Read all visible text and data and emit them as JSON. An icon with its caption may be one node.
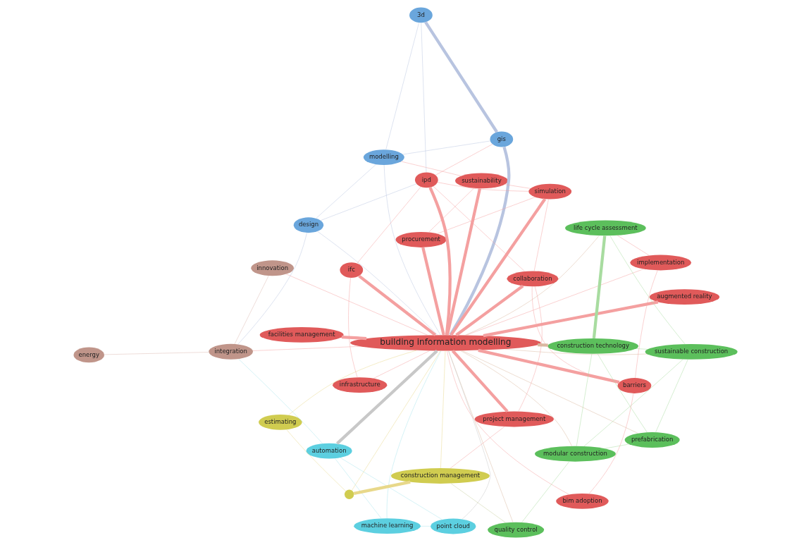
{
  "diagram": {
    "nodes": [
      {
        "text": [
          "building information modelling"
        ]
      },
      {
        "text": [
          "augmented reality"
        ]
      },
      {
        "text": [
          "quality control"
        ]
      },
      {
        "text": [
          "modular construction"
        ]
      },
      {
        "text": [
          "point cloud"
        ]
      },
      {
        "text": [
          "energy"
        ]
      },
      {
        "text": [
          "machine learning"
        ]
      },
      {
        "text": [
          "automation"
        ]
      },
      {
        "text": [
          "integration"
        ]
      },
      {
        "text": [
          "prefabrication"
        ]
      },
      {
        "text": [
          "construction management"
        ]
      },
      {
        "text": [
          "facilities management"
        ]
      },
      {
        "text": [
          "sustainable construction"
        ]
      },
      {
        "text": [
          "project management"
        ]
      },
      {
        "text": [
          "innovation"
        ]
      },
      {
        "text": [
          "construction technology"
        ]
      },
      {
        "text": [
          "infrastructure"
        ]
      },
      {
        "text": [
          "life cycle assessment"
        ]
      },
      {
        "text": [
          "procurement"
        ]
      },
      {
        "text": [
          "design"
        ]
      },
      {
        "text": [
          "estimating"
        ]
      },
      {
        "text": [
          "ifc"
        ]
      },
      {
        "text": [
          "implementation"
        ]
      },
      {
        "text": [
          "sustainability"
        ]
      },
      {
        "text": [
          "modelling"
        ]
      },
      {
        "text": [
          "bim adoption"
        ]
      },
      {
        "text": [
          "gis"
        ]
      },
      {
        "text": [
          "ipd"
        ]
      },
      {
        "text": [
          "collaboration"
        ]
      },
      {
        "text": [
          "barriers"
        ]
      },
      {
        "text": [
          "simulation"
        ]
      },
      {
        "text": [
          "3d"
        ]
      },
      {
        "text": [],
        "shape": "circle"
      }
    ],
    "edges": [
      {
        "from": 0,
        "to": 1,
        "arrow": "none",
        "style": "thick"
      },
      {
        "from": 0,
        "to": 13,
        "arrow": "none",
        "style": "thick"
      },
      {
        "from": 0,
        "to": 11,
        "arrow": "none",
        "style": "thick"
      },
      {
        "from": 0,
        "to": 10,
        "arrow": "none",
        "color": "#e8d88a"
      },
      {
        "from": 0,
        "to": 15,
        "arrow": "none",
        "style": "thick",
        "color": "#d9b9a0"
      },
      {
        "from": 0,
        "to": 17,
        "arrow": "none",
        "color": "#d9b9a0"
      },
      {
        "from": 0,
        "to": 9,
        "arrow": "none",
        "color": "#d9b9a0"
      },
      {
        "from": 0,
        "to": 3,
        "arrow": "none",
        "color": "#d9b9a0"
      },
      {
        "from": 0,
        "to": 2,
        "arrow": "none",
        "color": "#d9b9a0"
      },
      {
        "from": 0,
        "to": 12,
        "arrow": "none",
        "color": "#d9b9a0"
      },
      {
        "from": 0,
        "to": 7,
        "arrow": "none",
        "style": "thick",
        "color": "#c8c8c8"
      },
      {
        "from": 0,
        "to": 4,
        "arrow": "none",
        "color": "#c8c8c8"
      },
      {
        "from": 0,
        "to": 6,
        "arrow": "none",
        "color": "#a8e4ec"
      },
      {
        "from": 0,
        "to": 8,
        "arrow": "none"
      },
      {
        "from": 0,
        "to": 14,
        "arrow": "none"
      },
      {
        "from": 0,
        "to": 16,
        "arrow": "none"
      },
      {
        "from": 0,
        "to": 18,
        "arrow": "none",
        "style": "thick"
      },
      {
        "from": 0,
        "to": 21,
        "arrow": "none",
        "style": "thick"
      },
      {
        "from": 0,
        "to": 19,
        "arrow": "none",
        "color": "#b8c4e0"
      },
      {
        "from": 0,
        "to": 26,
        "arrow": "none",
        "style": "thick",
        "color": "#b8c4e0"
      },
      {
        "from": 0,
        "to": 24,
        "arrow": "none",
        "color": "#b8c4e0"
      },
      {
        "from": 0,
        "to": 27,
        "arrow": "none",
        "style": "thick"
      },
      {
        "from": 0,
        "to": 30,
        "arrow": "none",
        "style": "thick"
      },
      {
        "from": 0,
        "to": 28,
        "arrow": "none",
        "style": "thick"
      },
      {
        "from": 0,
        "to": 29,
        "arrow": "none",
        "style": "thick"
      },
      {
        "from": 0,
        "to": 25,
        "arrow": "none"
      },
      {
        "from": 0,
        "to": 22,
        "arrow": "none"
      },
      {
        "from": 0,
        "to": 20,
        "arrow": "none",
        "color": "#e8d88a"
      },
      {
        "from": 0,
        "to": 23,
        "arrow": "none",
        "style": "thick"
      },
      {
        "from": 0,
        "to": 32,
        "arrow": "none",
        "color": "#e8d88a"
      },
      {
        "from": 3,
        "to": 2,
        "arrow": "none",
        "color": "#a8dca0"
      },
      {
        "from": 3,
        "to": 9,
        "arrow": "none",
        "color": "#a8dca0"
      },
      {
        "from": 3,
        "to": 12,
        "arrow": "none",
        "color": "#a8dca0"
      },
      {
        "from": 3,
        "to": 15,
        "arrow": "none",
        "color": "#a8dca0"
      },
      {
        "from": 2,
        "to": 10,
        "arrow": "none",
        "color": "#c8d0a0"
      },
      {
        "from": 9,
        "to": 12,
        "arrow": "none",
        "color": "#a8dca0"
      },
      {
        "from": 9,
        "to": 15,
        "arrow": "none",
        "color": "#a8dca0"
      },
      {
        "from": 12,
        "to": 15,
        "arrow": "none",
        "color": "#a8dca0"
      },
      {
        "from": 12,
        "to": 17,
        "arrow": "none",
        "color": "#a8dca0"
      },
      {
        "from": 15,
        "to": 17,
        "arrow": "none",
        "style": "thick",
        "color": "#a8dca0"
      },
      {
        "from": 4,
        "to": 6,
        "arrow": "none",
        "color": "#a8e4ec"
      },
      {
        "from": 4,
        "to": 7,
        "arrow": "none",
        "color": "#a8e4ec"
      },
      {
        "from": 6,
        "to": 7,
        "arrow": "none",
        "color": "#a8e4ec"
      },
      {
        "from": 7,
        "to": 8,
        "arrow": "none",
        "color": "#a8e4ec"
      },
      {
        "from": 5,
        "to": 8,
        "arrow": "none",
        "color": "#dcb8b0"
      },
      {
        "from": 8,
        "to": 14,
        "arrow": "none",
        "color": "#dcb8b0"
      },
      {
        "from": 8,
        "to": 19,
        "arrow": "none",
        "color": "#b8c4e0"
      },
      {
        "from": 19,
        "to": 24,
        "arrow": "none",
        "color": "#b8c4e0"
      },
      {
        "from": 19,
        "to": 27,
        "arrow": "none",
        "color": "#b8c4e0"
      },
      {
        "from": 24,
        "to": 26,
        "arrow": "none",
        "color": "#b8c4e0"
      },
      {
        "from": 24,
        "to": 31,
        "arrow": "none",
        "color": "#b8c4e0"
      },
      {
        "from": 26,
        "to": 31,
        "arrow": "none",
        "style": "thick",
        "color": "#b8c4e0"
      },
      {
        "from": 26,
        "to": 27,
        "arrow": "none"
      },
      {
        "from": 27,
        "to": 31,
        "arrow": "none",
        "color": "#b8c4e0"
      },
      {
        "from": 10,
        "to": 32,
        "arrow": "none",
        "style": "thick",
        "color": "#e8d88a"
      },
      {
        "from": 10,
        "to": 13,
        "arrow": "none"
      },
      {
        "from": 20,
        "to": 32,
        "arrow": "none",
        "color": "#e8d88a"
      },
      {
        "from": 13,
        "to": 28,
        "arrow": "none"
      },
      {
        "from": 16,
        "to": 21,
        "arrow": "none"
      },
      {
        "from": 22,
        "to": 29,
        "arrow": "none"
      },
      {
        "from": 22,
        "to": 17,
        "arrow": "none"
      },
      {
        "from": 25,
        "to": 29,
        "arrow": "none"
      },
      {
        "from": 28,
        "to": 29,
        "arrow": "none"
      },
      {
        "from": 23,
        "to": 30,
        "arrow": "none"
      },
      {
        "from": 18,
        "to": 30,
        "arrow": "none"
      },
      {
        "from": 18,
        "to": 23,
        "arrow": "none"
      },
      {
        "from": 21,
        "to": 27,
        "arrow": "none"
      },
      {
        "from": 27,
        "to": 30,
        "arrow": "none"
      },
      {
        "from": 28,
        "to": 30,
        "arrow": "none"
      },
      {
        "from": 27,
        "to": 28,
        "arrow": "none"
      },
      {
        "from": 23,
        "to": 24,
        "arrow": "none"
      }
    ]
  }
}
